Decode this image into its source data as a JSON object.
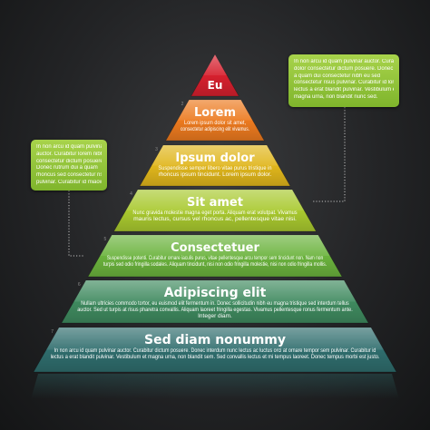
{
  "colors": {
    "background": "#1b1c1e",
    "tier1": "#d6202e",
    "tier2": "#ec7a1f",
    "tier3": "#e0b61c",
    "tier4": "#a9c92f",
    "tier5": "#6bb33d",
    "tier6": "#3f8a5f",
    "tier7": "#2f6d6d",
    "callout": "#97c63c"
  },
  "tiers": [
    {
      "number": "",
      "title": "Eu",
      "lines": []
    },
    {
      "number": "2",
      "title": "Lorem",
      "lines": [
        "Lorem ipsum dolor sit amet,",
        "consectetur adipiscing elit vivamus."
      ]
    },
    {
      "number": "3",
      "title": "Ipsum dolor",
      "lines": [
        "Suspendisse semper libero vitae purus tristique in",
        "rhoncus ipsum tincidunt. Lorem ipsum dolor."
      ]
    },
    {
      "number": "4",
      "title": "Sit amet",
      "lines": [
        "Nunc gravida molestie magna eget porta. Aliquam erat volutpat. Vivamus",
        "mauris lectus, cursus vel rhoncus ac, pellentesque vitae nisi."
      ]
    },
    {
      "number": "5",
      "title": "Consectetuer",
      "lines": [
        "Suspendisse potenti. Curabitur ornare iaculis purus, vitae pellentesque arcu tempor sem tincidunt non. Nam non",
        "turpis sed odio fringilla sodales. Aliquam tincidunt, nisi non odio fringilla molestie, nisi non odio fringilla mollis."
      ]
    },
    {
      "number": "6",
      "title": "Adipiscing elit",
      "lines": [
        "Nullam ultricies commodo tortor, eu euismod elit fermentum in. Donec sollicitudin nibh eu magna tristique sed interdum tellus",
        "auctor. Sed ut turpis at risus pharetra convallis. Aliquam laoreet fringilla egestas. Vivamus pellentesque ronus fermentum ante.",
        "Integer diam."
      ]
    },
    {
      "number": "7",
      "title": "Sed diam nonummy",
      "lines": [
        "In non arcu id quam pulvinar auctor. Curabitur dictum posuere. Donec interdum nunc lectus ac luctus orci at ornare tempor sem pulvinar. Curabitur id",
        "lectus a erat blandit pulvinar. Vestibulum et magna urna, non blandit sem. Sed convallis lectus et mi tempus laoreet. Donec tempus morbi est justo."
      ]
    }
  ],
  "callouts": {
    "left": [
      "In non arcu id quam pulvinar",
      "auctor. Curabitur lorem nibh",
      "consectetur dictum posuere.",
      "Donec rutrum dui a quam",
      "rhoncus sed consectetur risus",
      "pulvinar. Curabitur id miaow."
    ],
    "right": [
      "In non arcu id quam pulvinar auctor. Curabitur",
      "dolor consectetur dictum posuere. Donec rutrum dui",
      "a quam dui consectetur nibh eu sed",
      "consectetur risus pulvinar. Curabitur id lorem",
      "lectus a erat blandit pulvinar. Vestibulum et",
      "magna urna, non blandit nunc sed."
    ]
  }
}
